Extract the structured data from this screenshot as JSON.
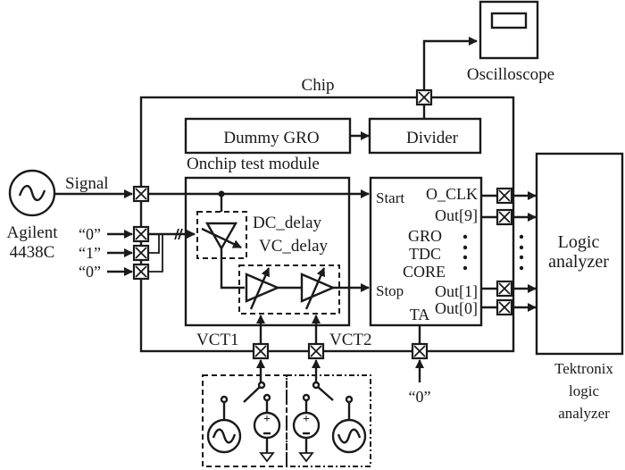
{
  "diagram": {
    "title": "Chip",
    "colors": {
      "line": "#1a1a1a",
      "background": "#ffffff"
    },
    "instruments": {
      "signal_generator": {
        "name_line1": "Agilent",
        "name_line2": "4438C",
        "icon": "sine-source-icon"
      },
      "oscilloscope": {
        "label": "Oscilloscope",
        "icon": "oscilloscope-icon"
      },
      "logic_analyzer": {
        "label_line1": "Logic",
        "label_line2": "analyzer",
        "caption_line1": "Tektronix",
        "caption_line2": "logic",
        "caption_line3": "analyzer"
      }
    },
    "signal_label": "Signal",
    "inputs": {
      "bit0": "“0”",
      "bit1": "“1”",
      "bit2": "“0”",
      "ta_input": "“0”"
    },
    "blocks": {
      "dummy_gro": "Dummy GRO",
      "divider": "Divider",
      "onchip_test_module": "Onchip test module",
      "dc_delay": "DC_delay",
      "vc_delay": "VC_delay",
      "gro_tdc": {
        "line1": "GRO",
        "line2": "TDC",
        "line3": "CORE",
        "start": "Start",
        "stop": "Stop",
        "ta": "TA",
        "o_clk": "O_CLK",
        "out9": "Out[9]",
        "out1": "Out[1]",
        "out0": "Out[0]"
      }
    },
    "control_voltages": {
      "vct1": "VCT1",
      "vct2": "VCT2"
    }
  }
}
